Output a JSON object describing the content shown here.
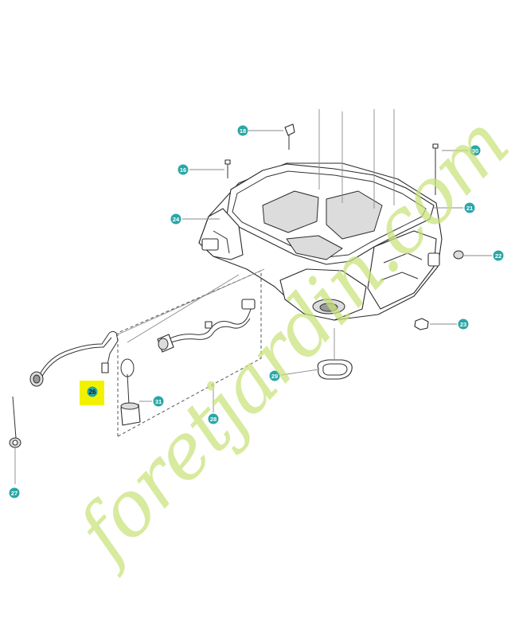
{
  "callouts": [
    {
      "label": "18",
      "highlight": false
    },
    {
      "label": "30",
      "highlight": false
    },
    {
      "label": "16",
      "highlight": false
    },
    {
      "label": "24",
      "highlight": false
    },
    {
      "label": "21",
      "highlight": false
    },
    {
      "label": "22",
      "highlight": false
    },
    {
      "label": "23",
      "highlight": false
    },
    {
      "label": "29",
      "highlight": false
    },
    {
      "label": "31",
      "highlight": false
    },
    {
      "label": "26",
      "highlight": true
    },
    {
      "label": "28",
      "highlight": false
    },
    {
      "label": "27",
      "highlight": false
    }
  ],
  "watermark": {
    "text": "foretjardin.com",
    "colors": [
      "#c8e27a",
      "#d7c7a6"
    ]
  },
  "colors": {
    "callout": "#2aa6a6",
    "highlight": "#f2f200"
  }
}
